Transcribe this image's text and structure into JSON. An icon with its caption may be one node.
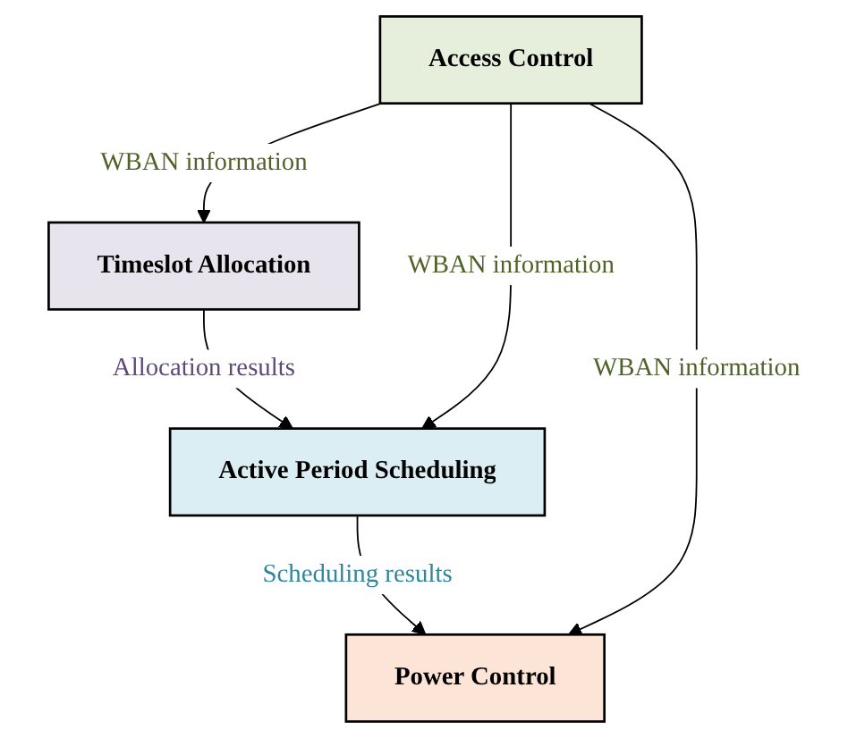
{
  "diagram": {
    "nodes": [
      {
        "text": [
          "Access Control"
        ]
      },
      {
        "text": [
          "Timeslot Allocation"
        ]
      },
      {
        "text": [
          "Active Period Scheduling"
        ]
      },
      {
        "text": [
          "Power Control"
        ]
      }
    ],
    "edges": [
      {
        "from": 0,
        "to": 1,
        "arrow": "to",
        "label": "WBAN information"
      },
      {
        "from": 1,
        "to": 2,
        "arrow": "to",
        "label": "Allocation results"
      },
      {
        "from": 0,
        "to": 2,
        "arrow": "to",
        "label": "WBAN information"
      },
      {
        "from": 2,
        "to": 3,
        "arrow": "to",
        "label": "Scheduling results"
      },
      {
        "from": 0,
        "to": 3,
        "arrow": "to",
        "label": "WBAN information"
      }
    ]
  }
}
